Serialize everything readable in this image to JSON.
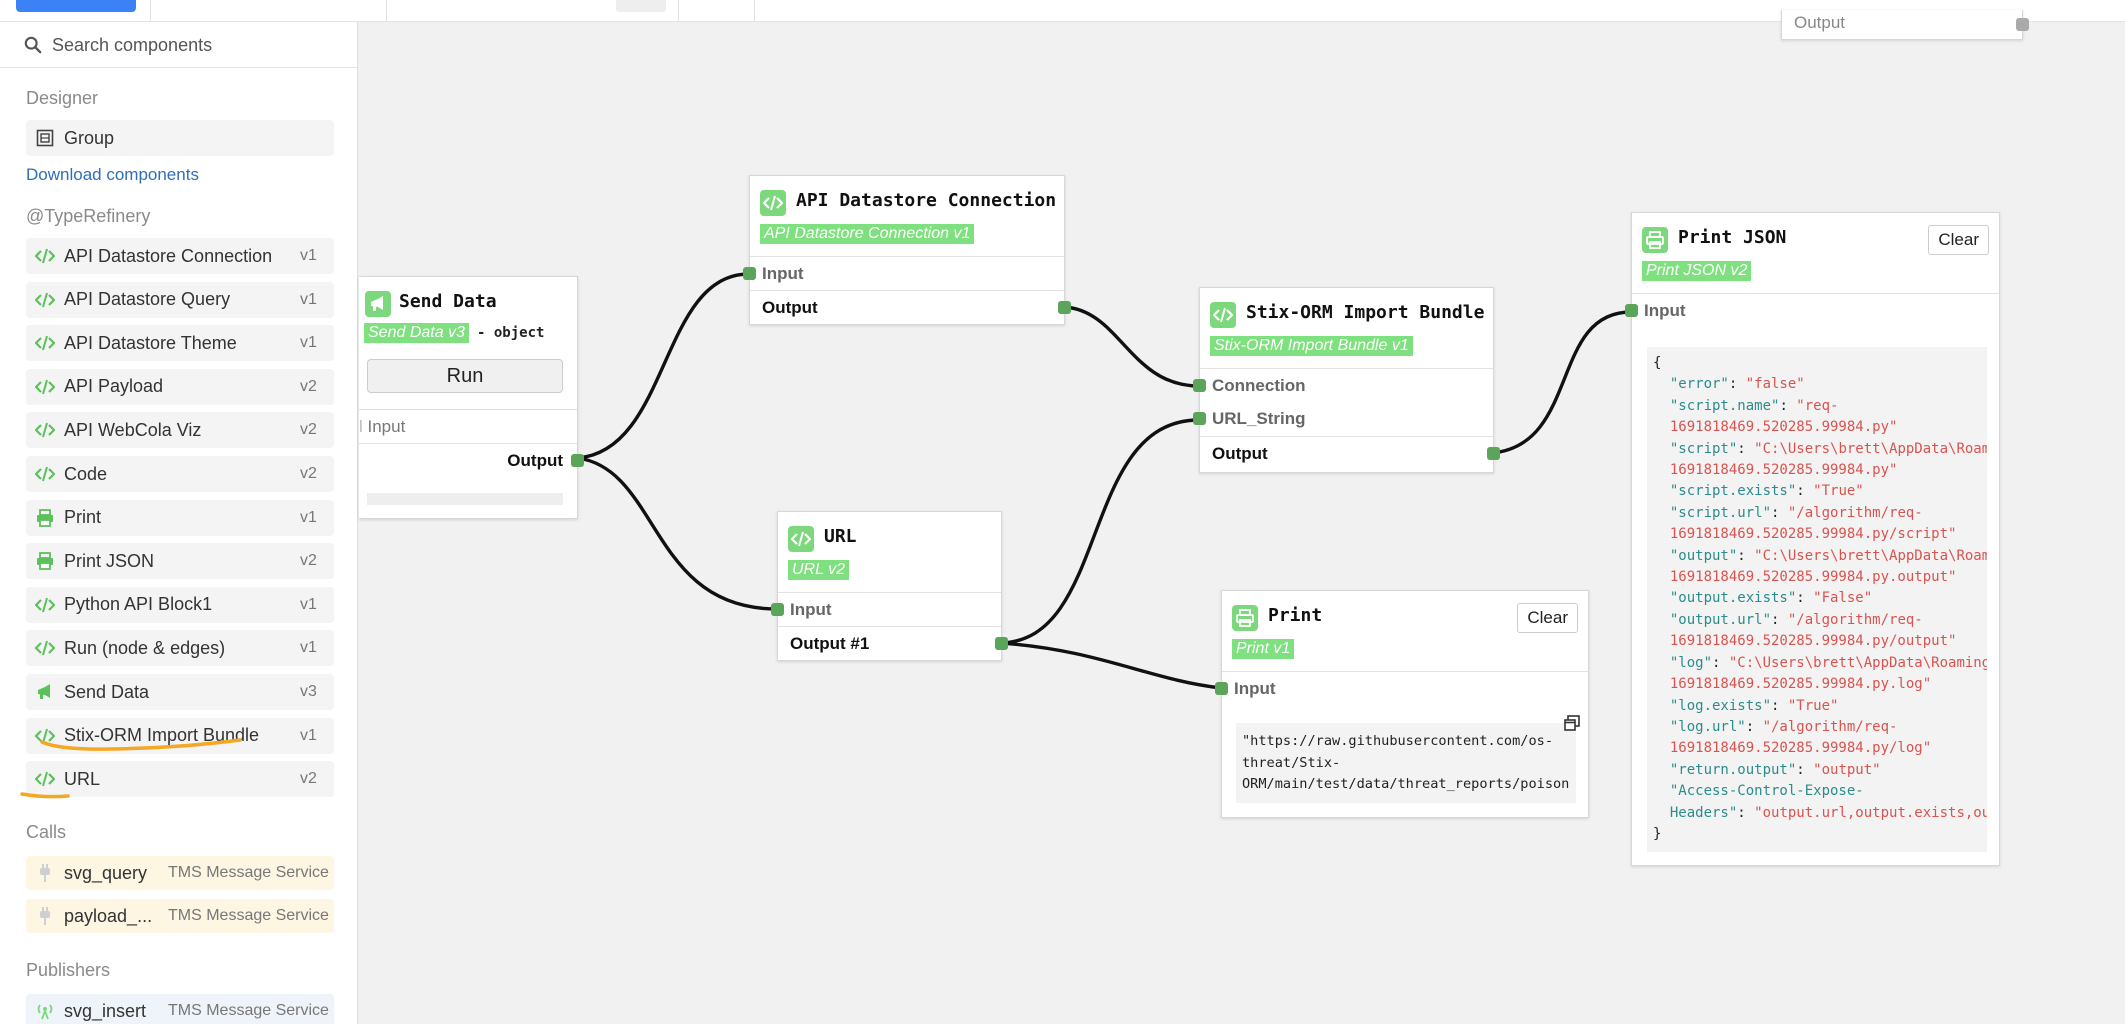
{
  "search": {
    "placeholder": "Search components"
  },
  "sidebar": {
    "designer_title": "Designer",
    "group_label": "Group",
    "download_link": "Download components",
    "typerefinery_title": "@TypeRefinery",
    "items": [
      {
        "label": "API Datastore Connection",
        "version": "v1",
        "icon": "code-icon"
      },
      {
        "label": "API Datastore Query",
        "version": "v1",
        "icon": "code-icon"
      },
      {
        "label": "API Datastore Theme",
        "version": "v1",
        "icon": "code-icon"
      },
      {
        "label": "API Payload",
        "version": "v2",
        "icon": "code-icon"
      },
      {
        "label": "API WebCola Viz",
        "version": "v2",
        "icon": "code-icon"
      },
      {
        "label": "Code",
        "version": "v2",
        "icon": "code-icon"
      },
      {
        "label": "Print",
        "version": "v1",
        "icon": "printer-icon"
      },
      {
        "label": "Print JSON",
        "version": "v2",
        "icon": "printer-icon"
      },
      {
        "label": "Python API Block1",
        "version": "v1",
        "icon": "code-icon"
      },
      {
        "label": "Run (node & edges)",
        "version": "v1",
        "icon": "code-icon"
      },
      {
        "label": "Send Data",
        "version": "v3",
        "icon": "megaphone-icon"
      },
      {
        "label": "Stix-ORM Import Bundle",
        "version": "v1",
        "icon": "code-icon"
      },
      {
        "label": "URL",
        "version": "v2",
        "icon": "code-icon"
      }
    ],
    "calls_title": "Calls",
    "calls": [
      {
        "label": "svg_query",
        "service": "TMS Message Service"
      },
      {
        "label": "payload_...",
        "service": "TMS Message Service"
      }
    ],
    "publishers_title": "Publishers",
    "publishers": [
      {
        "label": "svg_insert",
        "service": "TMS Message Service"
      }
    ]
  },
  "nodes": {
    "send_data": {
      "title": "Send Data",
      "subtitle": "Send Data v3",
      "type_hint": "- object",
      "run_label": "Run",
      "input": "Input",
      "output": "Output"
    },
    "api_datastore": {
      "title": "API Datastore Connection",
      "subtitle": "API Datastore Connection v1",
      "input": "Input",
      "output": "Output"
    },
    "url": {
      "title": "URL",
      "subtitle": "URL v2",
      "input": "Input",
      "output": "Output #1"
    },
    "stix": {
      "title": "Stix-ORM Import Bundle",
      "subtitle": "Stix-ORM Import Bundle v1",
      "in1": "Connection",
      "in2": "URL_String",
      "output": "Output"
    },
    "print": {
      "title": "Print",
      "subtitle": "Print v1",
      "clear": "Clear",
      "input": "Input",
      "content": "\"https://raw.githubusercontent.com/os-\nthreat/Stix-\nORM/main/test/data/threat_reports/poison"
    },
    "print_json": {
      "title": "Print JSON",
      "subtitle": "Print JSON v2",
      "clear": "Clear",
      "input": "Input",
      "lines": [
        {
          "k": "",
          "v": "{"
        },
        {
          "k": "  \"error\"",
          "v": "\"false\""
        },
        {
          "k": "  \"script.name\"",
          "v": "\"req-"
        },
        {
          "k": "",
          "v": "  1691818469.520285.99984.py\""
        },
        {
          "k": "  \"script\"",
          "v": "\"C:\\Users\\brett\\AppData\\Roam"
        },
        {
          "k": "",
          "v": "  1691818469.520285.99984.py\""
        },
        {
          "k": "  \"script.exists\"",
          "v": "\"True\""
        },
        {
          "k": "  \"script.url\"",
          "v": "\"/algorithm/req-"
        },
        {
          "k": "",
          "v": "  1691818469.520285.99984.py/script\""
        },
        {
          "k": "  \"output\"",
          "v": "\"C:\\Users\\brett\\AppData\\Roam"
        },
        {
          "k": "",
          "v": "  1691818469.520285.99984.py.output\""
        },
        {
          "k": "  \"output.exists\"",
          "v": "\"False\""
        },
        {
          "k": "  \"output.url\"",
          "v": "\"/algorithm/req-"
        },
        {
          "k": "",
          "v": "  1691818469.520285.99984.py/output\""
        },
        {
          "k": "  \"log\"",
          "v": "\"C:\\Users\\brett\\AppData\\Roaming"
        },
        {
          "k": "",
          "v": "  1691818469.520285.99984.py.log\""
        },
        {
          "k": "  \"log.exists\"",
          "v": "\"True\""
        },
        {
          "k": "  \"log.url\"",
          "v": "\"/algorithm/req-"
        },
        {
          "k": "",
          "v": "  1691818469.520285.99984.py/log\""
        },
        {
          "k": "  \"return.output\"",
          "v": "\"output\""
        },
        {
          "k": "  \"Access-Control-Expose-",
          "v": ""
        },
        {
          "k": "  Headers\"",
          "v": "\"output.url,output.exists,ou"
        },
        {
          "k": "",
          "v": "}"
        }
      ]
    },
    "partial_top": {
      "output": "Output"
    }
  },
  "colors": {
    "accent": "#7dd87d",
    "port": "#5aa55a",
    "link": "#2f6fb6",
    "annotation": "#f5a623"
  }
}
